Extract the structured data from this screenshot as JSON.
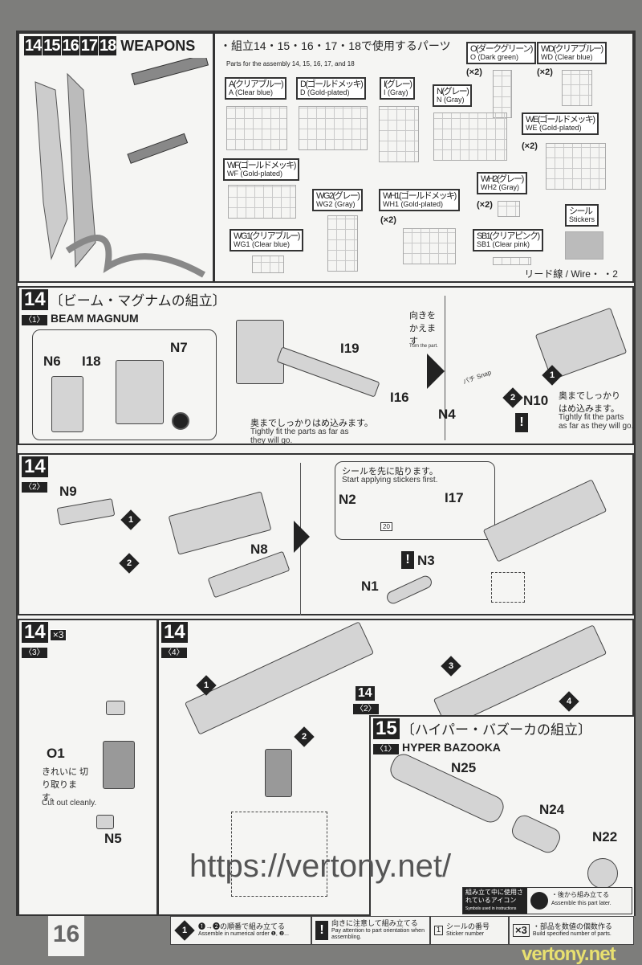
{
  "header": {
    "step_numbers": [
      "14",
      "15",
      "16",
      "17",
      "18"
    ],
    "title": "WEAPONS"
  },
  "parts_list": {
    "title_jp": "・組立14・15・16・17・18で使用するパーツ",
    "title_en": "Parts for the assembly 14, 15, 16, 17, and 18",
    "runners": [
      {
        "jp": "O(ダークグリーン)",
        "en": "O (Dark green)",
        "count": "(×2)"
      },
      {
        "jp": "WD(クリアブルー)",
        "en": "WD (Clear blue)",
        "count": "(×2)"
      },
      {
        "jp": "A(クリアブルー)",
        "en": "A (Clear blue)",
        "count": ""
      },
      {
        "jp": "D(ゴールドメッキ)",
        "en": "D (Gold-plated)",
        "count": ""
      },
      {
        "jp": "I(グレー)",
        "en": "I (Gray)",
        "count": ""
      },
      {
        "jp": "N(グレー)",
        "en": "N (Gray)",
        "count": ""
      },
      {
        "jp": "WE(ゴールドメッキ)",
        "en": "WE (Gold-plated)",
        "count": "(×2)"
      },
      {
        "jp": "WF(ゴールドメッキ)",
        "en": "WF (Gold-plated)",
        "count": ""
      },
      {
        "jp": "WG2(グレー)",
        "en": "WG2 (Gray)",
        "count": ""
      },
      {
        "jp": "WH1(ゴールドメッキ)",
        "en": "WH1 (Gold-plated)",
        "count": "(×2)"
      },
      {
        "jp": "WH2(グレー)",
        "en": "WH2 (Gray)",
        "count": "(×2)"
      },
      {
        "jp": "WG1(クリアブルー)",
        "en": "WG1 (Clear blue)",
        "count": ""
      },
      {
        "jp": "SB1(クリアピンク)",
        "en": "SB1 (Clear pink)",
        "count": ""
      },
      {
        "jp": "シール",
        "en": "Stickers",
        "count": ""
      }
    ],
    "wire": "リード線 / Wire・ ・2"
  },
  "step14_1": {
    "num": "14",
    "sub": "〈1〉",
    "title_jp": "〔ビーム・マグナムの組立〕",
    "title_en": "BEAM MAGNUM",
    "parts": [
      "N6",
      "I18",
      "N7",
      "I19",
      "I16",
      "N10",
      "N4"
    ],
    "turn_jp": "向きを かえます",
    "turn_en": "Turn the part.",
    "snap": "パチ Snap",
    "fit_jp": "奥までしっかりはめ込みます。",
    "fit_en": "Tightly fit the parts as far as they will go.",
    "fit2_jp": "奥までしっかり はめ込みます。",
    "fit2_en": "Tightly fit the parts as far as they will go.",
    "order": [
      "1",
      "2"
    ]
  },
  "step14_2": {
    "num": "14",
    "sub": "〈2〉",
    "parts": [
      "N9",
      "N8",
      "N2",
      "I17",
      "N3",
      "N1"
    ],
    "sticker_jp": "シールを先に貼ります。",
    "sticker_en": "Start applying stickers first.",
    "sticker_no": "20",
    "order": [
      "1",
      "2"
    ]
  },
  "step14_3": {
    "num": "14",
    "sub": "〈3〉",
    "mult": "×3",
    "parts": [
      "O1",
      "N5"
    ],
    "cut_jp": "きれいに 切り取ります。",
    "cut_en": "Cut out cleanly."
  },
  "step14_4": {
    "num": "14",
    "sub": "〈4〉",
    "ref_num": "14",
    "ref_sub": "〈2〉",
    "order": [
      "1",
      "2",
      "3",
      "4"
    ]
  },
  "step15_1": {
    "num": "15",
    "sub": "〈1〉",
    "title_jp": "〔ハイパー・バズーカの組立〕",
    "title_en": "HYPER BAZOOKA",
    "parts": [
      "N25",
      "N24",
      "N22"
    ]
  },
  "symbols": {
    "heading_jp": "組み立て中に使用されているアイコン",
    "heading_en": "Symbols used in instructions",
    "later_jp": "・後から組み立てる",
    "later_en": "Assemble this part later."
  },
  "footer": {
    "page_number": "16",
    "legend": [
      {
        "icon": "1",
        "jp": "❶→❷の順番で組み立てる",
        "en": "Assemble in numerical order ❶, ❷..."
      },
      {
        "icon": "!",
        "jp": "向きに注意して組み立てる",
        "en": "Pay attention to part orientation when assembling."
      },
      {
        "icon": "1",
        "jp": "シールの番号",
        "en": "Sticker number"
      },
      {
        "icon": "×3",
        "jp": "・部品を数値の個数作る",
        "en": "Build specified number of parts."
      }
    ],
    "site": "vertony.net"
  },
  "watermark": "https://vertony.net/"
}
